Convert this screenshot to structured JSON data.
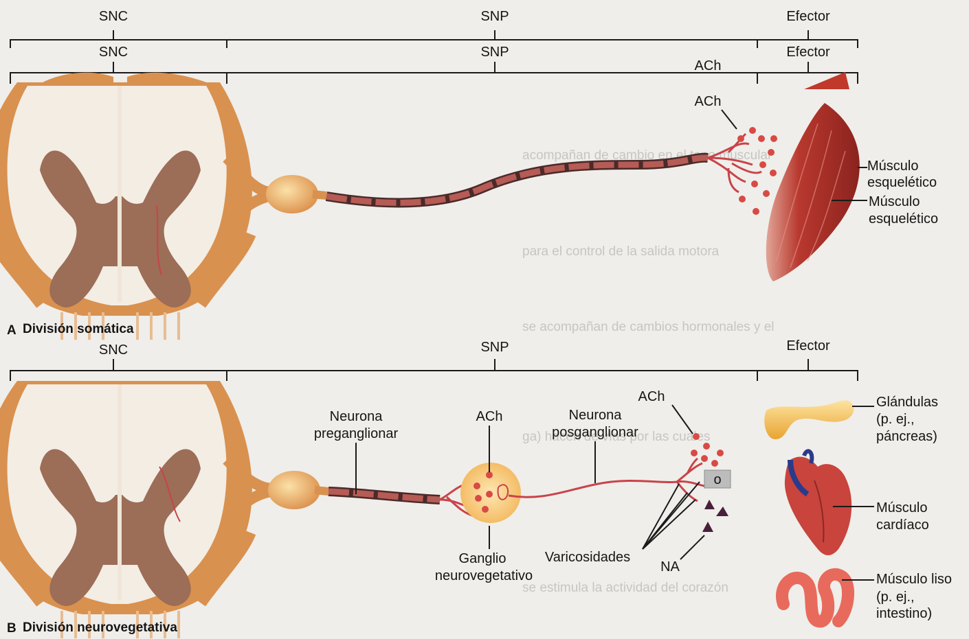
{
  "colors": {
    "background": "#efeeea",
    "gray_matter": "#9c6d57",
    "white_matter": "#f3ede4",
    "nerve_root": "#d9914f",
    "axon": "#c9434a",
    "muscle": "#b3342c",
    "gland": "#f0b640",
    "heart": "#c8443c",
    "intestine": "#e86a5c",
    "ganglion": "#f5c468"
  },
  "section_a": {
    "letter": "A",
    "title": "División somática",
    "cns_label": "SNC",
    "cns_label_repeat": "SNC",
    "pns_label": "SNP",
    "pns_label_repeat": "SNP",
    "effector_label": "Efector",
    "effector_label_repeat": "Efector",
    "ach_label": "ACh",
    "ach_label_repeat": "ACh",
    "muscle_label_line1": "Músculo",
    "muscle_label_line2": "esquelético",
    "muscle_label_repeat_line1": "Músculo",
    "muscle_label_repeat_line2": "esquelético"
  },
  "section_b": {
    "letter": "B",
    "title": "División neurovegetativa",
    "cns_label": "SNC",
    "pns_label": "SNP",
    "effector_label": "Efector",
    "preganglionic_line1": "Neurona",
    "preganglionic_line2": "preganglionar",
    "postganglionic_line1": "Neurona",
    "postganglionic_line2": "posganglionar",
    "ach_ganglion": "ACh",
    "ach_terminal": "ACh",
    "ganglion_line1": "Ganglio",
    "ganglion_line2": "neurovegetativo",
    "varicosities": "Varicosidades",
    "na_label": "NA",
    "o_symbol": "o",
    "glands_line1": "Glándulas",
    "glands_line2": "(p. ej.,",
    "glands_line3": "páncreas)",
    "cardiac_line1": "Músculo",
    "cardiac_line2": "cardíaco",
    "smooth_line1": "Músculo liso",
    "smooth_line2": "(p. ej.,",
    "smooth_line3": "intestino)"
  }
}
